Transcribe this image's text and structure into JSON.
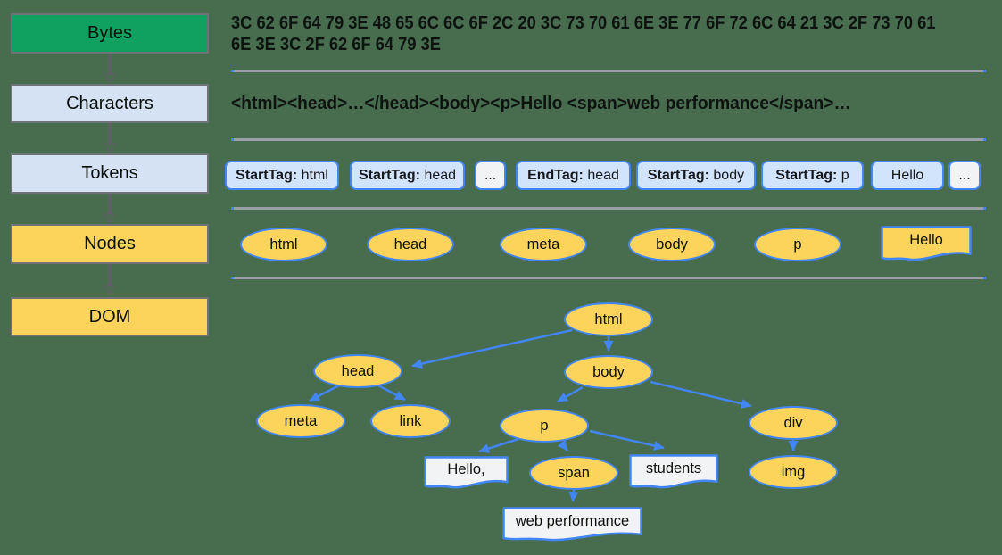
{
  "colors": {
    "bg": "#476C4E",
    "green": "#10A05F",
    "lightblue": "#D5E2F4",
    "tokenblue": "#D2E3FC",
    "yellow": "#FCD45C",
    "blue": "#4285F4",
    "divider": "#9AA0A6",
    "doc_light": "#F1F3F4"
  },
  "pipeline": {
    "stages": [
      {
        "label": "Bytes"
      },
      {
        "label": "Characters"
      },
      {
        "label": "Tokens"
      },
      {
        "label": "Nodes"
      },
      {
        "label": "DOM"
      }
    ]
  },
  "bytes_row": {
    "lines": [
      "3C 62 6F 64 79 3E 48 65 6C 6C 6F 2C 20 3C 73 70 61 6E 3E 77 6F 72 6C 64 21 3C 2F 73 70 61",
      "6E 3E 3C 2F 62 6F 64 79 3E"
    ]
  },
  "characters_row": {
    "text": "<html><head>…</head><body><p>Hello <span>web performance</span>…"
  },
  "tokens_row": {
    "tokens": [
      {
        "bold": "StartTag:",
        "rest": " html"
      },
      {
        "bold": "StartTag:",
        "rest": " head"
      },
      {
        "text": "..."
      },
      {
        "bold": "EndTag:",
        "rest": " head"
      },
      {
        "bold": "StartTag:",
        "rest": " body"
      },
      {
        "bold": "StartTag:",
        "rest": " p"
      },
      {
        "text": "Hello"
      },
      {
        "text": "..."
      }
    ]
  },
  "nodes_row": {
    "ellipses": [
      "html",
      "head",
      "meta",
      "body",
      "p"
    ],
    "document": "Hello"
  },
  "dom_tree": {
    "nodes": {
      "html": {
        "label": "html",
        "shape": "ellipse"
      },
      "head": {
        "label": "head",
        "shape": "ellipse"
      },
      "body": {
        "label": "body",
        "shape": "ellipse"
      },
      "meta": {
        "label": "meta",
        "shape": "ellipse"
      },
      "link": {
        "label": "link",
        "shape": "ellipse"
      },
      "p": {
        "label": "p",
        "shape": "ellipse"
      },
      "span": {
        "label": "span",
        "shape": "ellipse"
      },
      "div": {
        "label": "div",
        "shape": "ellipse"
      },
      "img": {
        "label": "img",
        "shape": "ellipse"
      },
      "text_hello": {
        "label": "Hello,",
        "shape": "document"
      },
      "text_students": {
        "label": "students",
        "shape": "document"
      },
      "text_webperf": {
        "label": "web performance",
        "shape": "document"
      }
    },
    "edges": [
      [
        "html",
        "head"
      ],
      [
        "html",
        "body"
      ],
      [
        "head",
        "meta"
      ],
      [
        "head",
        "link"
      ],
      [
        "body",
        "p"
      ],
      [
        "body",
        "div"
      ],
      [
        "p",
        "text_hello"
      ],
      [
        "p",
        "span"
      ],
      [
        "p",
        "text_students"
      ],
      [
        "span",
        "text_webperf"
      ],
      [
        "div",
        "img"
      ]
    ]
  }
}
